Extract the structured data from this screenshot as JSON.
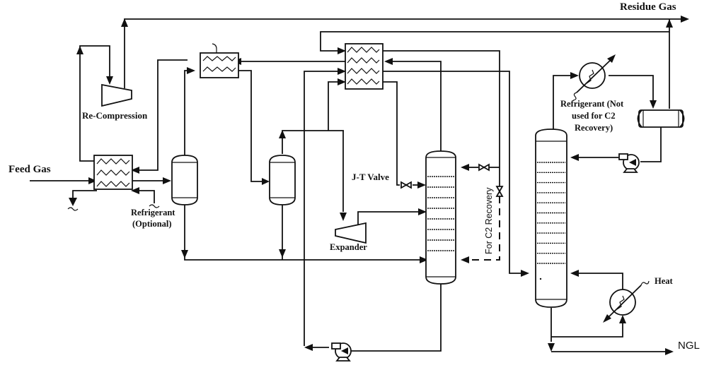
{
  "diagram": {
    "title": "NGL recovery process flow diagram (turbo-expander with demethanizer and deethanizer)",
    "labels": {
      "feed_gas": "Feed Gas",
      "residue_gas": "Residue Gas",
      "recompression": "Re-Compression",
      "refrigerant_optional_line1": "Refrigerant",
      "refrigerant_optional_line2": "(Optional)",
      "jt_valve": "J-T Valve",
      "expander": "Expander",
      "c2_recovery": "For C2 Recovery",
      "refrigerant_not_used_line1": "Refrigerant (Not",
      "refrigerant_not_used_line2": "used for C2",
      "refrigerant_not_used_line3": "Recovery)",
      "heat": "Heat",
      "ngl": "NGL"
    },
    "equipment": [
      {
        "id": "hx-feed",
        "type": "heat-exchanger",
        "passes": 3
      },
      {
        "id": "hx-mid",
        "type": "heat-exchanger",
        "passes": 2
      },
      {
        "id": "hx-main",
        "type": "heat-exchanger",
        "passes": 4
      },
      {
        "id": "separator-1",
        "type": "vertical-separator"
      },
      {
        "id": "separator-2",
        "type": "vertical-separator"
      },
      {
        "id": "recompressor",
        "type": "compressor"
      },
      {
        "id": "expander",
        "type": "turbo-expander"
      },
      {
        "id": "jt-valve",
        "type": "valve"
      },
      {
        "id": "demethanizer",
        "type": "column",
        "trays": 8
      },
      {
        "id": "bottoms-pump-1",
        "type": "pump"
      },
      {
        "id": "deethanizer",
        "type": "column",
        "trays": 11
      },
      {
        "id": "condenser",
        "type": "shell-tube-exchanger"
      },
      {
        "id": "reflux-drum",
        "type": "horizontal-drum"
      },
      {
        "id": "reflux-pump",
        "type": "pump"
      },
      {
        "id": "reboiler",
        "type": "shell-tube-exchanger"
      }
    ]
  }
}
